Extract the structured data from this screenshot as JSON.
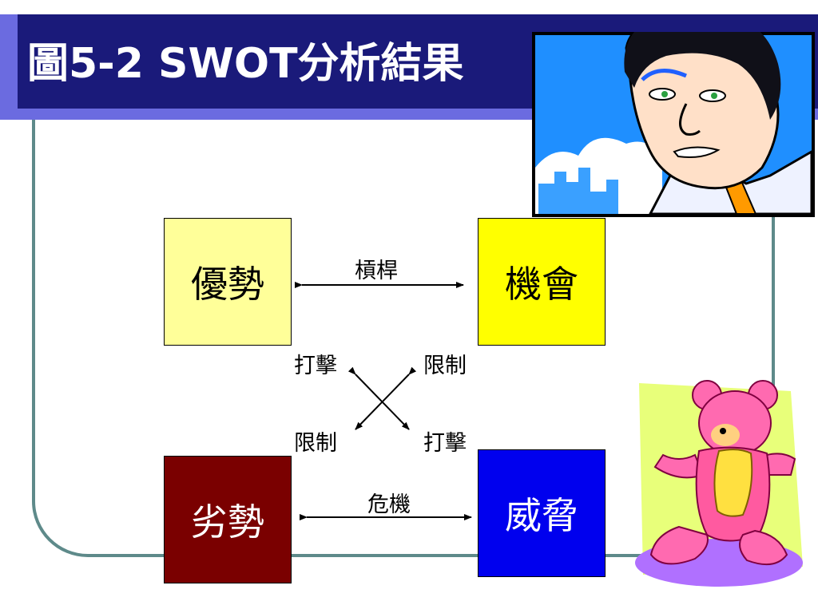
{
  "title": "圖5-2 SWOT分析結果",
  "boxes": {
    "strengths": {
      "label": "優勢",
      "color": "#ffff99",
      "text_color": "#000000"
    },
    "opportunities": {
      "label": "機會",
      "color": "#ffff00",
      "text_color": "#000000"
    },
    "weaknesses": {
      "label": "劣勢",
      "color": "#7a0000",
      "text_color": "#ffffff"
    },
    "threats": {
      "label": "威脅",
      "color": "#0000ee",
      "text_color": "#ffffff"
    }
  },
  "relations": {
    "leverage": "槓桿",
    "strike_left": "打擊",
    "limit_right": "限制",
    "limit_left": "限制",
    "strike_right": "打擊",
    "crisis": "危機"
  },
  "colors": {
    "title_bar": "#1a1a7a",
    "title_strip": "#6b6be0",
    "frame": "#5e8a8a"
  },
  "clipart": {
    "top_right": "businessman-clipart",
    "bottom_right": "teddy-bear-clipart"
  }
}
